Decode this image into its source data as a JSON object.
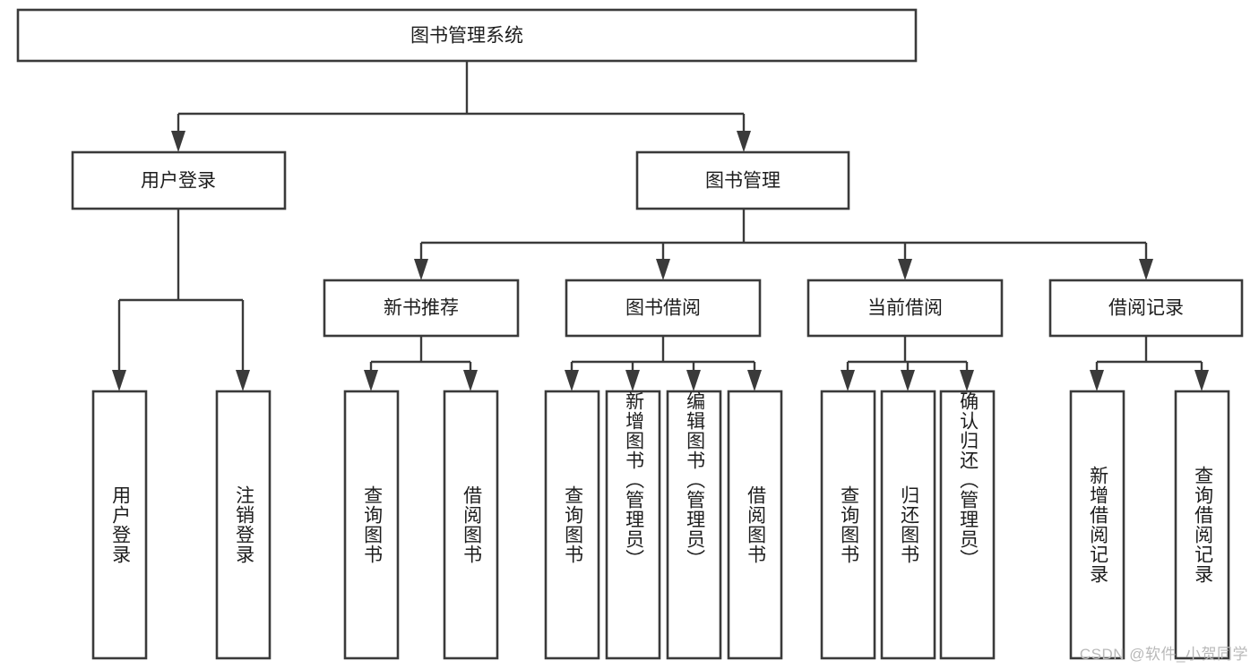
{
  "diagram": {
    "title": "图书管理系统",
    "type": "tree",
    "orientation": "top-down",
    "colors": {
      "box_fill": "#ffffff",
      "box_stroke": "#3a3a3a",
      "connector": "#3a3a3a",
      "label_text": "#1d1d1d",
      "watermark_text": "#b9b9b9",
      "background": "#ffffff"
    },
    "root": {
      "label": "图书管理系统",
      "orientation": "horizontal"
    },
    "level2": [
      {
        "label": "用户登录",
        "orientation": "horizontal"
      },
      {
        "label": "图书管理",
        "orientation": "horizontal"
      }
    ],
    "level3": [
      {
        "label": "新书推荐",
        "orientation": "horizontal",
        "parent": "图书管理"
      },
      {
        "label": "图书借阅",
        "orientation": "horizontal",
        "parent": "图书管理"
      },
      {
        "label": "当前借阅",
        "orientation": "horizontal",
        "parent": "图书管理"
      },
      {
        "label": "借阅记录",
        "orientation": "horizontal",
        "parent": "图书管理"
      }
    ],
    "leaves": {
      "用户登录": [
        {
          "label": "用户登录",
          "orientation": "vertical"
        },
        {
          "label": "注销登录",
          "orientation": "vertical"
        }
      ],
      "新书推荐": [
        {
          "label": "查询图书",
          "orientation": "vertical"
        },
        {
          "label": "借阅图书",
          "orientation": "vertical"
        }
      ],
      "图书借阅": [
        {
          "label": "查询图书",
          "orientation": "vertical"
        },
        {
          "label": "新增图书（管理员）",
          "orientation": "vertical"
        },
        {
          "label": "编辑图书（管理员）",
          "orientation": "vertical"
        },
        {
          "label": "借阅图书",
          "orientation": "vertical"
        }
      ],
      "当前借阅": [
        {
          "label": "查询图书",
          "orientation": "vertical"
        },
        {
          "label": "归还图书",
          "orientation": "vertical"
        },
        {
          "label": "确认归还（管理员）",
          "orientation": "vertical"
        }
      ],
      "借阅记录": [
        {
          "label": "新增借阅记录",
          "orientation": "vertical"
        },
        {
          "label": "查询借阅记录",
          "orientation": "vertical"
        }
      ]
    }
  },
  "watermark": {
    "text": "CSDN @软件_小贺同学"
  }
}
